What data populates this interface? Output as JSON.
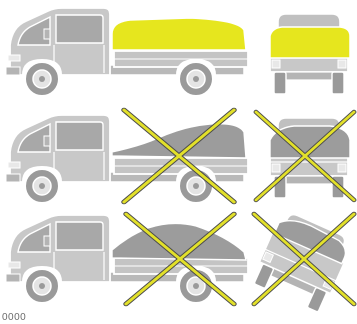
{
  "diagram": {
    "rows": [
      {
        "id": "correct-load",
        "status": "correct",
        "views": [
          "side",
          "rear"
        ]
      },
      {
        "id": "overhanging-load",
        "status": "incorrect",
        "views": [
          "side",
          "rear"
        ]
      },
      {
        "id": "unbalanced-load",
        "status": "incorrect",
        "views": [
          "side",
          "rear"
        ]
      }
    ],
    "colors": {
      "truck_body": "#c8c8c8",
      "truck_outline": "#ffffff",
      "truck_dark": "#9a9a9a",
      "load_correct": "#e6e61e",
      "load_incorrect": "#9c9c9c",
      "cross_stroke": "#e2e02a",
      "cross_outline": "#4a4a4a"
    },
    "icons": {
      "incorrect_marker": "cross-icon"
    }
  },
  "reference_code": "0000"
}
